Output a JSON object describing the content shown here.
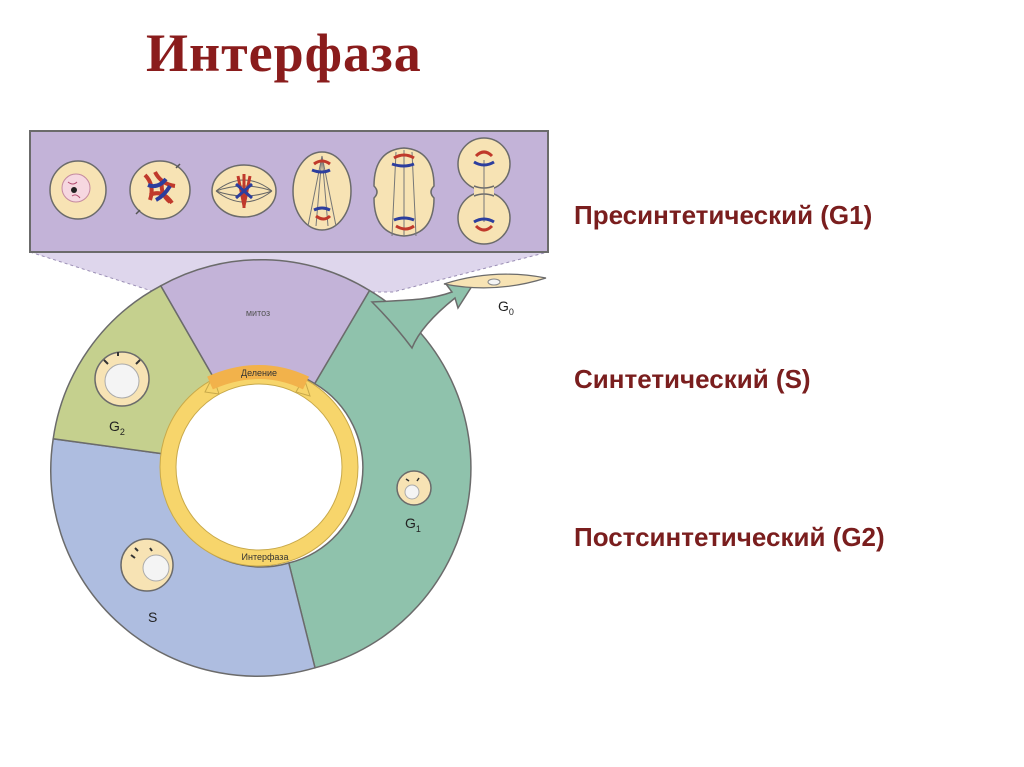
{
  "slide": {
    "title": "Интерфаза"
  },
  "diagram": {
    "mitosis_label": "митоз",
    "division_label": "Деление",
    "interphase_label": "Интерфаза",
    "g0_label": "G",
    "g0_sub": "0",
    "g1_label": "G",
    "g1_sub": "1",
    "g2_label": "G",
    "g2_sub": "2",
    "s_label": "S",
    "colors": {
      "mitosis": "#c3b3d8",
      "g1": "#8fc2ac",
      "s": "#aebde0",
      "g2": "#c5d08e",
      "inner_ring": "#f7d56b",
      "cell": "#f7e3b4",
      "border": "#6b6b6b"
    }
  },
  "phases": [
    {
      "label": "Пресинтетический (G1)"
    },
    {
      "label": "Синтетический (S)"
    },
    {
      "label": "Постсинтетический (G2)"
    }
  ]
}
